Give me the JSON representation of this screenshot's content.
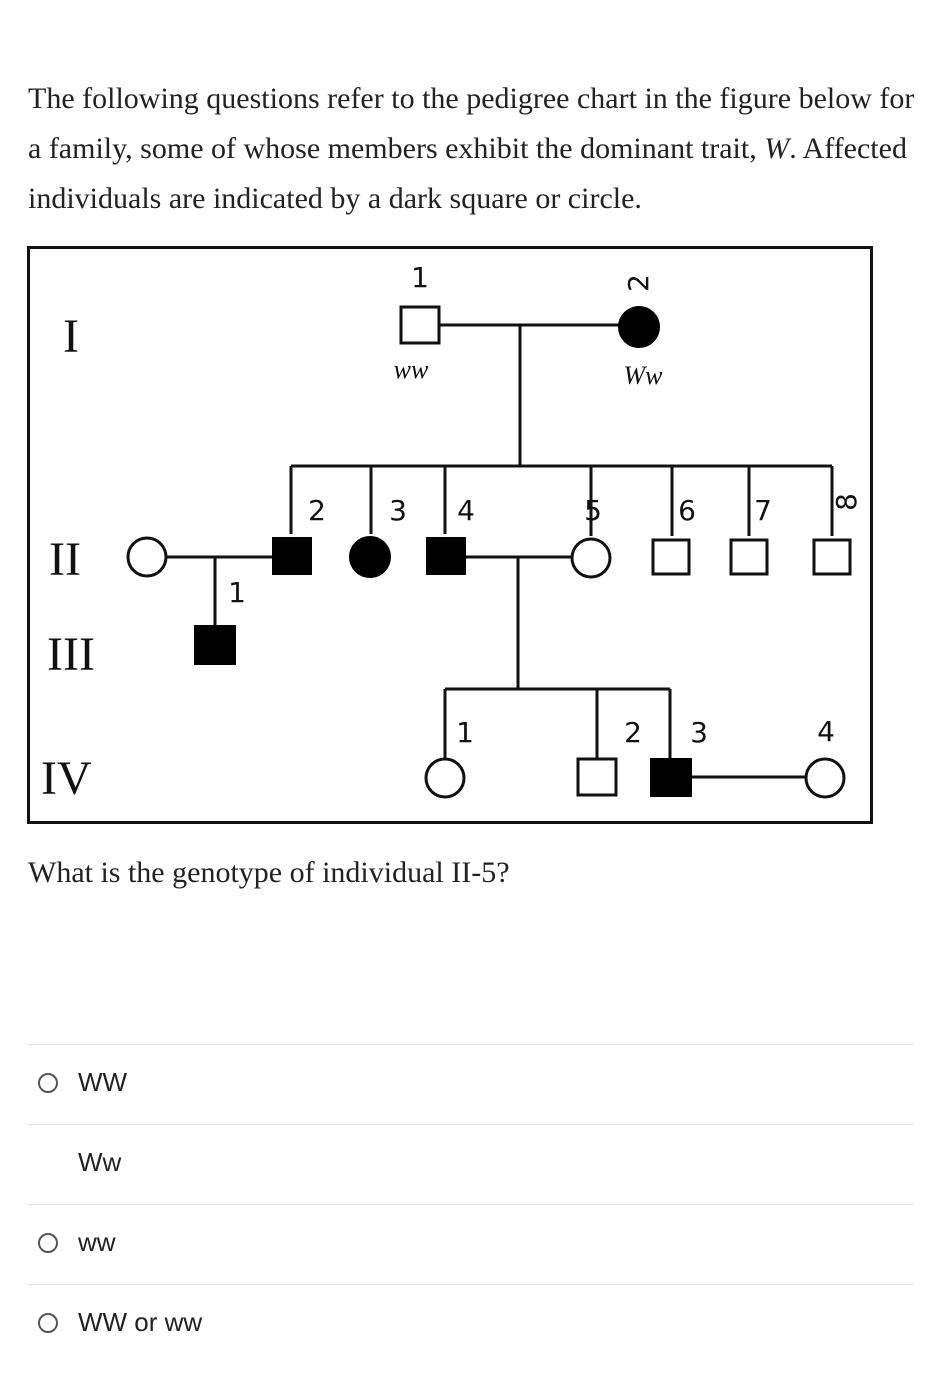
{
  "intro": {
    "part1": "The following questions refer to the pedigree chart in the figure below for a family, some of whose members exhibit the dominant trait, ",
    "trait": "W",
    "part2": ". Affected individuals are indicated by a dark square or circle."
  },
  "pedigree": {
    "generations": [
      "I",
      "II",
      "III",
      "IV"
    ],
    "gen1": {
      "n1": "1",
      "n1_genotype": "ww",
      "n2": "2",
      "n2_genotype": "Ww"
    },
    "gen2": {
      "spouse_n": "1",
      "n2": "2",
      "n3": "3",
      "n4": "4",
      "n5": "5",
      "n6": "6",
      "n7": "7",
      "n8": "8"
    },
    "gen4": {
      "n1": "1",
      "n2": "2",
      "n3": "3",
      "n4": "4"
    },
    "colors": {
      "affected": "#000000",
      "unaffected": "#ffffff",
      "line": "#111111"
    }
  },
  "question": "What is the genotype of individual II-5?",
  "choices": [
    "WW",
    "Ww",
    "ww",
    "WW or ww"
  ]
}
